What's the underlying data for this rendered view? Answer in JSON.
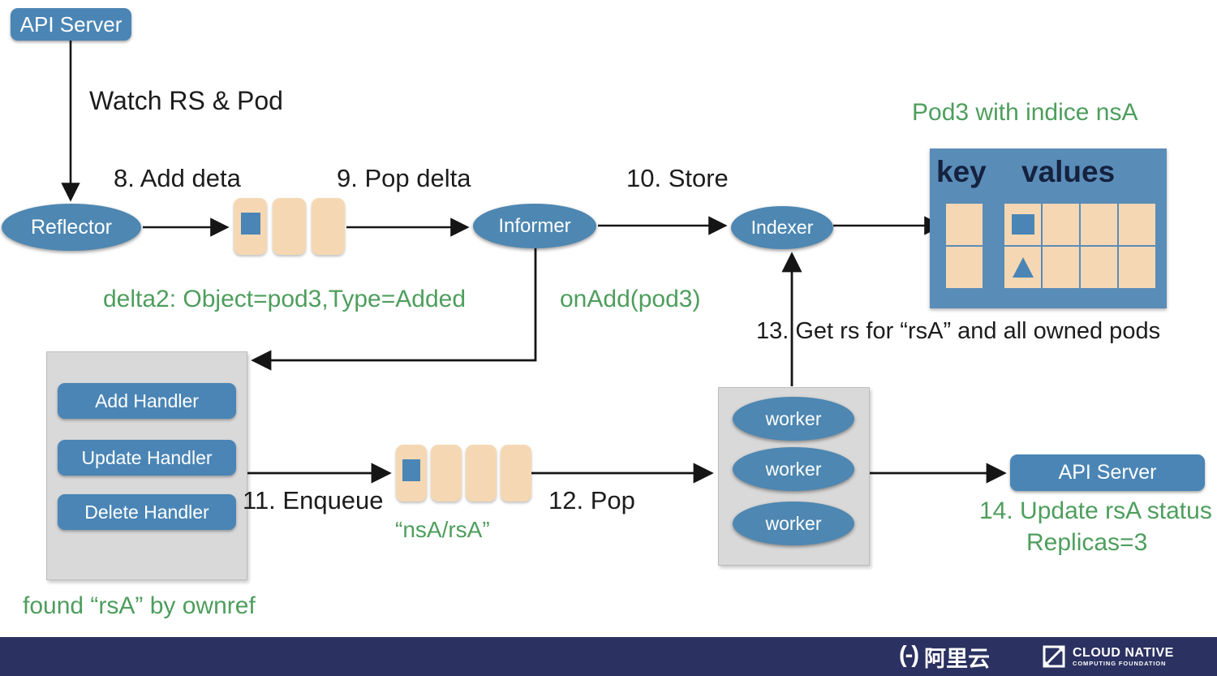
{
  "nodes": {
    "api_server_top": "API Server",
    "reflector": "Reflector",
    "informer": "Informer",
    "indexer": "Indexer",
    "api_server_right": "API Server",
    "worker1": "worker",
    "worker2": "worker",
    "worker3": "worker",
    "handler_add": "Add Handler",
    "handler_update": "Update Handler",
    "handler_delete": "Delete Handler"
  },
  "labels": {
    "watch_rs_pod": "Watch RS & Pod",
    "step8": "8. Add deta",
    "step9": "9. Pop delta",
    "step10": "10. Store",
    "step11": "11. Enqueue",
    "step12": "12. Pop",
    "step13": "13. Get rs for “rsA” and all owned pods",
    "step14_line1": "14. Update rsA status",
    "step14_line2": "Replicas=3",
    "delta2": "delta2: Object=pod3,Type=Added",
    "on_add": "onAdd(pod3)",
    "pod3_indice": "Pod3 with indice nsA",
    "workqueue_item": "“nsA/rsA”",
    "found_rsa": "found “rsA” by ownref"
  },
  "table": {
    "header_key": "key",
    "header_values": "values"
  },
  "footer": {
    "alibaba_icon_glyph": "(-)",
    "alibaba_text": "阿里云",
    "cncf_line1": "CLOUD NATIVE",
    "cncf_line2": "COMPUTING FOUNDATION"
  },
  "colors": {
    "node_blue": "#4a85b5",
    "store_blue": "#5a8cb8",
    "queue_tan": "#f5d8b3",
    "green_text": "#4e9e5d",
    "panel_gray": "#d9d9d9",
    "footer_navy": "#2b3160"
  }
}
